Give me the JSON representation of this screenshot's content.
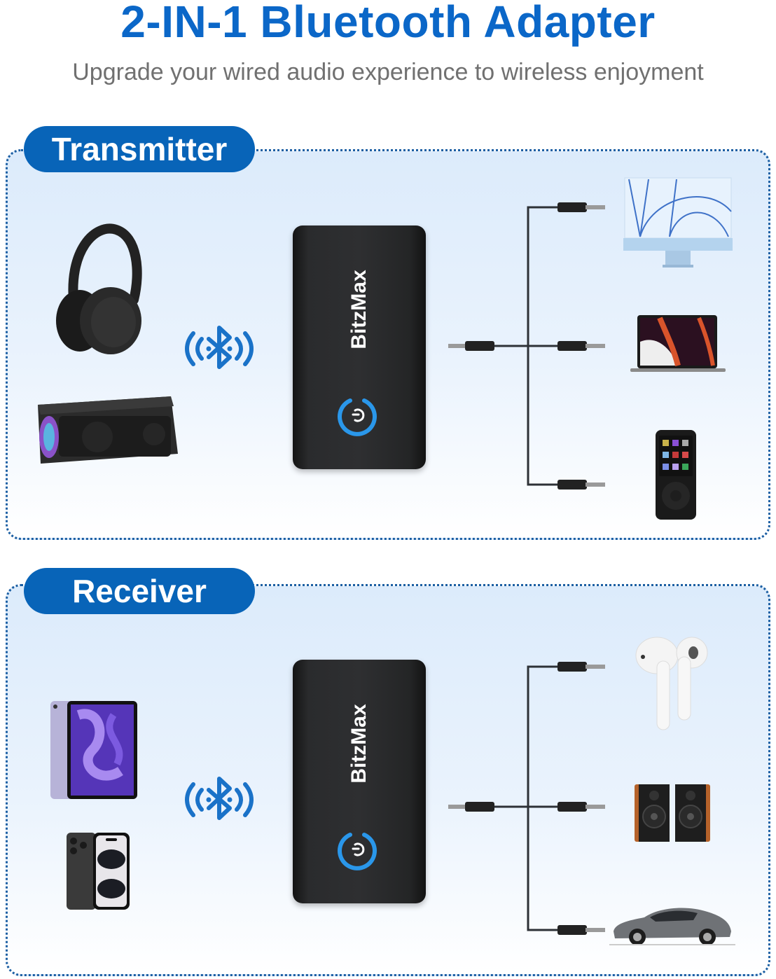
{
  "header": {
    "title": "2-IN-1 Bluetooth Adapter",
    "subtitle": "Upgrade your wired audio experience to wireless enjoyment"
  },
  "colors": {
    "title_blue": "#0b67c8",
    "pill_blue": "#0864b8",
    "border_blue": "#1c5fa3",
    "subtitle_gray": "#707070",
    "power_glow": "#2a9df4"
  },
  "sections": [
    {
      "label": "Transmitter",
      "adapter_brand": "BitzMax",
      "wireless_icon": "bluetooth-signal-icon",
      "wireless_devices": [
        "headphones-icon",
        "bluetooth-speaker-icon"
      ],
      "wired_devices": [
        "desktop-monitor-icon",
        "laptop-icon",
        "mp3-player-icon"
      ],
      "cable_icon": "aux-cable-icon"
    },
    {
      "label": "Receiver",
      "adapter_brand": "BitzMax",
      "wireless_icon": "bluetooth-signal-icon",
      "wireless_devices": [
        "tablet-icon",
        "smartphone-icon"
      ],
      "wired_devices": [
        "earbuds-icon",
        "bookshelf-speakers-icon",
        "car-icon"
      ],
      "cable_icon": "aux-cable-icon"
    }
  ]
}
